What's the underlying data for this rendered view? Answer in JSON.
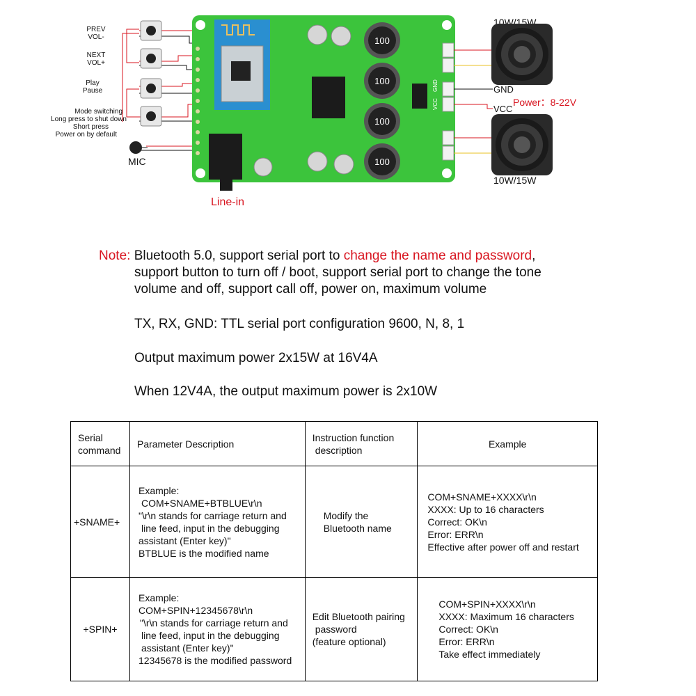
{
  "diagram": {
    "button_labels": [
      {
        "lines": [
          "PREV",
          "VOL-"
        ]
      },
      {
        "lines": [
          "NEXT",
          "VOL+"
        ]
      },
      {
        "lines": [
          "Play",
          "Pause"
        ]
      },
      {
        "lines": [
          "Mode switching",
          "Long press to shut down",
          "Short press",
          "Power on by default"
        ]
      }
    ],
    "mic": "MIC",
    "line_in": "Line-in",
    "speaker_top": "10W/15W",
    "speaker_bottom": "10W/15W",
    "gnd": "GND",
    "vcc": "VCC",
    "power": "Power：8-22V",
    "inductor_value": "100",
    "pcb_marks": {
      "gnd": "GND",
      "vcc": "VCC"
    }
  },
  "notes": {
    "note_label": "Note:",
    "line1_pre": "Bluetooth 5.0, support serial port to ",
    "line1_highlight": "change the name and password",
    "line1_post": ",",
    "line2": "support button to turn off / boot, support serial port to change the tone",
    "line3": "volume and off, support call off, power on, maximum volume",
    "p2": "TX, RX, GND: TTL serial port configuration 9600, N, 8, 1",
    "p3": "Output maximum power 2x15W at 16V4A",
    "p4": "When 12V4A, the output maximum power is 2x10W"
  },
  "table": {
    "headers": [
      [
        "Serial",
        "command"
      ],
      [
        "Parameter Description"
      ],
      [
        "Instruction function",
        "description"
      ],
      [
        "Example"
      ]
    ],
    "rows": [
      {
        "command": "+SNAME+",
        "params": [
          "Example:",
          "COM+SNAME+BTBLUE\\r\\n",
          "\"\\r\\n stands for carriage return and",
          "line feed, input in the debugging",
          "assistant (Enter key)\"",
          "BTBLUE is the modified name"
        ],
        "function": [
          "Modify the",
          "Bluetooth name"
        ],
        "example": [
          "COM+SNAME+XXXX\\r\\n",
          "XXXX: Up to 16 characters",
          "Correct: OK\\n",
          "Error: ERR\\n",
          "Effective after power off and restart"
        ]
      },
      {
        "command": "+SPIN+",
        "params": [
          "Example:",
          "COM+SPIN+12345678\\r\\n",
          "\"\\r\\n stands for carriage return and",
          "line feed, input in the debugging",
          "assistant (Enter key)\"",
          "12345678 is the modified password"
        ],
        "function": [
          "Edit Bluetooth pairing",
          "password",
          "(feature optional)"
        ],
        "example": [
          "COM+SPIN+XXXX\\r\\n",
          "XXXX: Maximum 16 characters",
          "Correct: OK\\n",
          "Error: ERR\\n",
          "Take effect immediately"
        ]
      }
    ]
  },
  "colors": {
    "red": "#d8141f",
    "pcb": "#3cc43c",
    "black": "#111111"
  }
}
